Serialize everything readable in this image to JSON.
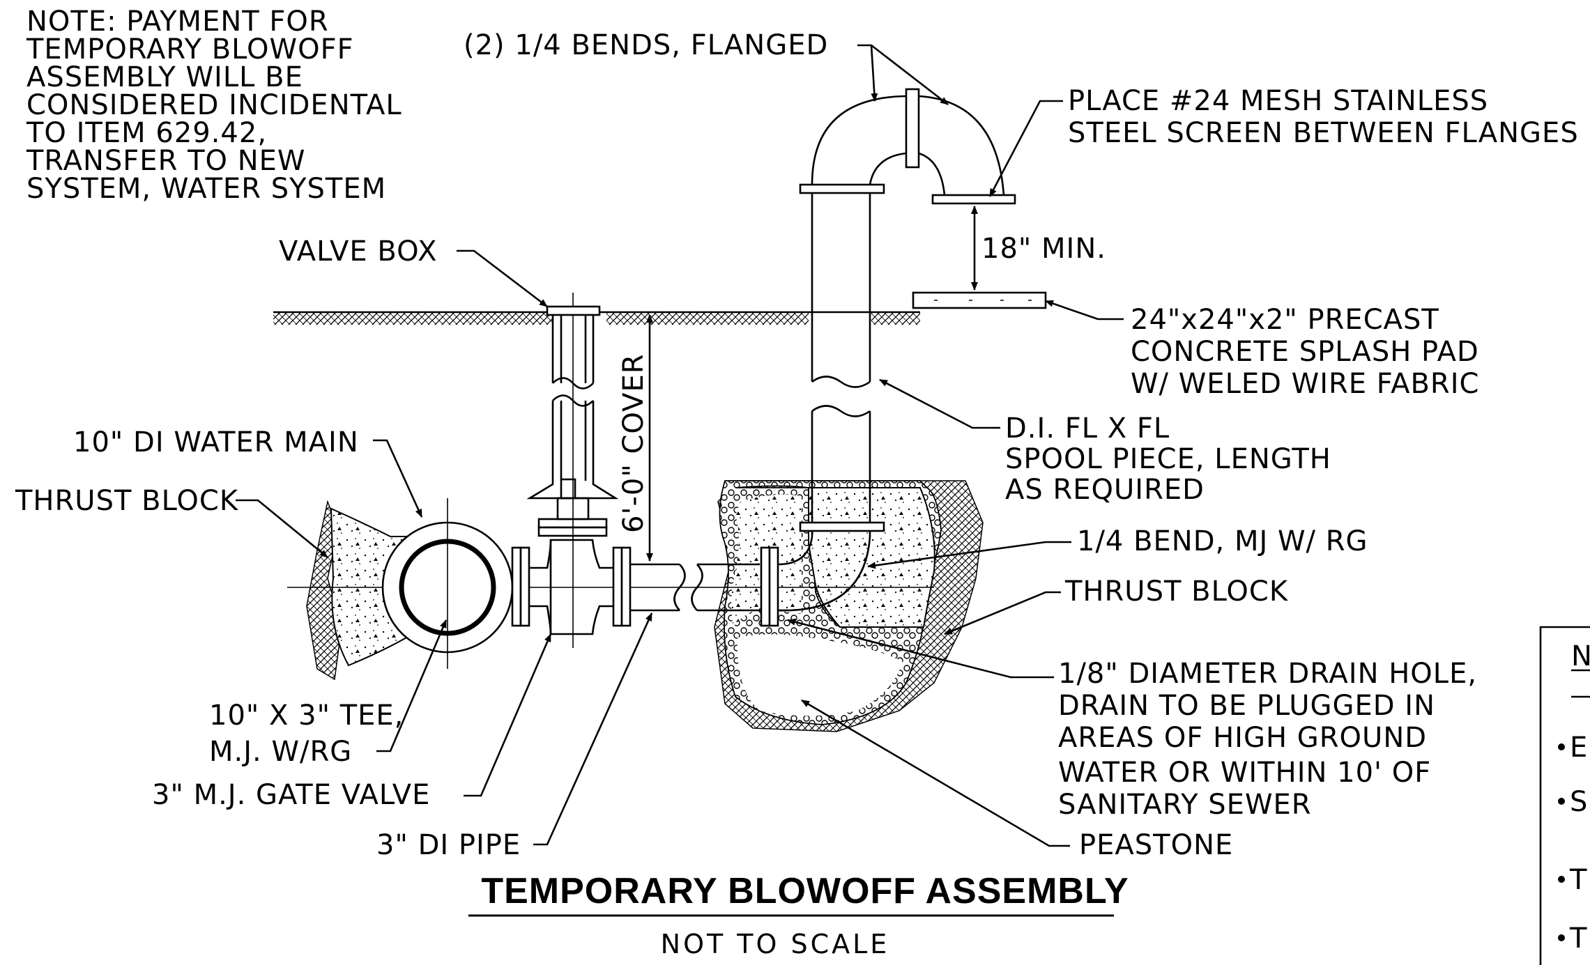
{
  "note": [
    "NOTE: PAYMENT FOR",
    "TEMPORARY BLOWOFF",
    "ASSEMBLY WILL BE",
    "CONSIDERED INCIDENTAL",
    "TO ITEM 629.42,",
    "TRANSFER TO NEW",
    "SYSTEM, WATER SYSTEM"
  ],
  "labels": {
    "bends": "(2) 1/4 BENDS, FLANGED",
    "screen_1": "PLACE #24 MESH STAINLESS",
    "screen_2": "STEEL SCREEN BETWEEN FLANGES",
    "valve_box": "VALVE BOX",
    "min_height": "18\" MIN.",
    "pad_1": "24\"x24\"x2\" PRECAST",
    "pad_2": "CONCRETE SPLASH PAD",
    "pad_3": "W/ WELED WIRE FABRIC",
    "spool_1": "D.I. FL  X FL",
    "spool_2": "SPOOL PIECE, LENGTH",
    "spool_3": "AS REQUIRED",
    "water_main": "10\" DI WATER MAIN",
    "thrust_left": "THRUST BLOCK",
    "cover": "6'-0\" COVER",
    "bend_mj": "1/4 BEND, MJ W/ RG",
    "thrust_right": "THRUST BLOCK",
    "drain_1": "1/8\" DIAMETER DRAIN HOLE,",
    "drain_2": "DRAIN TO BE PLUGGED IN",
    "drain_3": "AREAS OF HIGH GROUND",
    "drain_4": "WATER OR WITHIN 10' OF",
    "drain_5": "SANITARY SEWER",
    "tee_1": "10\" X 3\" TEE,",
    "tee_2": "M.J. W/RG",
    "gate_valve": "3\" M.J. GATE VALVE",
    "di_pipe": "3\" DI PIPE",
    "peastone": "PEASTONE"
  },
  "title": "TEMPORARY BLOWOFF ASSEMBLY",
  "subtitle": "NOT TO SCALE",
  "side_panel": {
    "heading_initial": "N",
    "bullet_initials": [
      "E",
      "S",
      "T",
      "T"
    ]
  }
}
